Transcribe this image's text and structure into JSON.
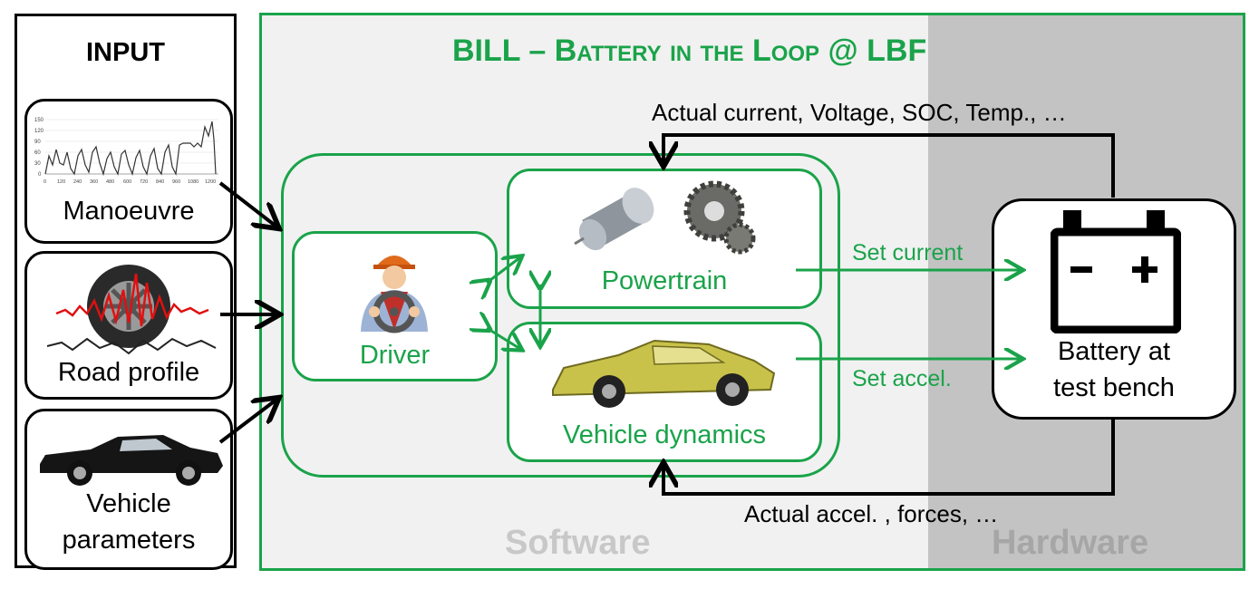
{
  "input_panel": {
    "title": "INPUT",
    "items": [
      {
        "label": "Manoeuvre"
      },
      {
        "label": "Road profile"
      },
      {
        "label_line1": "Vehicle",
        "label_line2": "parameters"
      }
    ],
    "mini_chart": {
      "y_ticks": [
        "150",
        "120",
        "90",
        "60",
        "30",
        "0"
      ],
      "x_ticks": [
        "0",
        "120",
        "240",
        "360",
        "480",
        "600",
        "720",
        "840",
        "960",
        "1080",
        "1200"
      ]
    }
  },
  "bill": {
    "title_prefix": "BILL – ",
    "title_caps": "Battery in the Loop",
    "title_suffix": " @ LBF",
    "blocks": {
      "driver": "Driver",
      "powertrain": "Powertrain",
      "vehicle_dynamics": "Vehicle dynamics"
    },
    "battery_line1": "Battery at",
    "battery_line2": "test bench",
    "edges": {
      "set_current": "Set current",
      "set_accel": "Set accel.",
      "feedback_top": "Actual current, Voltage, SOC, Temp., …",
      "feedback_bottom": "Actual accel. , forces, …"
    },
    "section_software": "Software",
    "section_hardware": "Hardware"
  },
  "colors": {
    "accent_green": "#1aa34a",
    "hardware_bg": "#c3c3c3",
    "software_bg": "#f1f1f1",
    "watermark_text": "#c8c8c8",
    "hardware_text": "#a6a6a6"
  }
}
